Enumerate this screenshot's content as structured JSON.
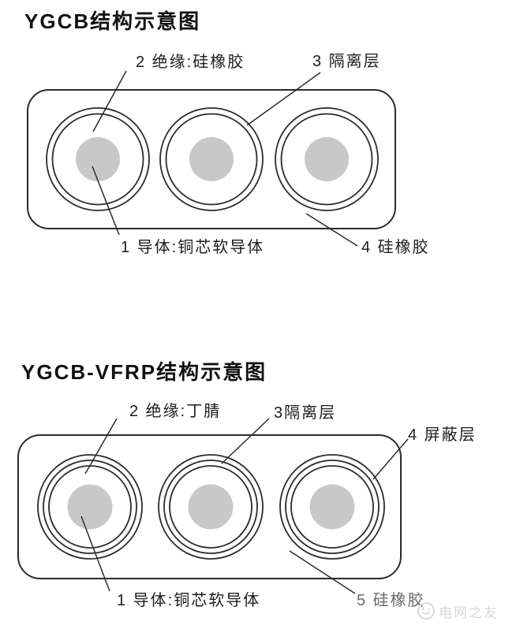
{
  "diagram1": {
    "title": "YGCB结构示意图",
    "labels": {
      "insulation": "2 绝缘:硅橡胶",
      "isolation": "3 隔离层",
      "conductor": "1 导体:铜芯软导体",
      "sheath": "4 硅橡胶"
    }
  },
  "diagram2": {
    "title": "YGCB-VFRP结构示意图",
    "labels": {
      "insulation": "2 绝缘:丁腈",
      "isolation": "3隔离层",
      "shield": "4 屏蔽层",
      "conductor": "1 导体:铜芯软导体",
      "sheath": "5 硅橡胶"
    }
  },
  "watermark": {
    "icon": "smiley-face-logo-icon",
    "text": "电网之友"
  },
  "colors": {
    "line": "#2b2b2b",
    "conductor_fill": "#c8c8c8",
    "label_text": "#1d1d1d",
    "muted_label": "#6a6a6a",
    "watermark": "#d8d8d8",
    "page_bg": "#ffffff"
  }
}
